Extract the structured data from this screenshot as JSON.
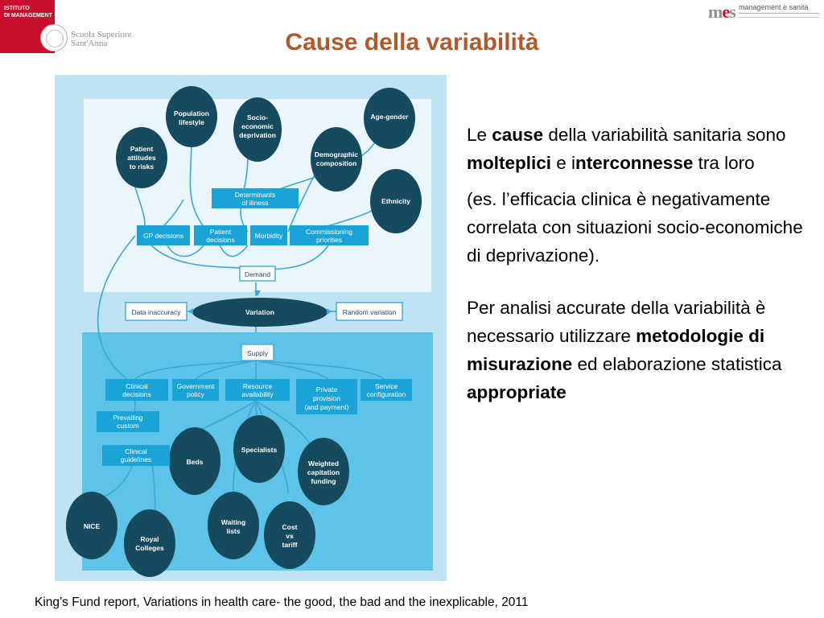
{
  "header": {
    "institute_logo_text": "ISTITUTO\nDI MANAGEMENT",
    "school_name_1": "Scuola Superiore",
    "school_name_2": "Sant'Anna",
    "partner_logo_text": "management e sanità"
  },
  "title": "Cause della variabilità",
  "diagram": {
    "colors": {
      "outer_bg": "#bfe3f2",
      "upper_bg": "#eaf6fc",
      "lower_bg": "#5ec3e8",
      "node": "#164a5e",
      "box": "#1aa3d6",
      "line": "#3aa8d8"
    },
    "nodes": {
      "population_lifestyle": [
        "Population",
        "lifestyle"
      ],
      "socio_economic": [
        "Socio-",
        "economic",
        "deprivation"
      ],
      "age_gender": [
        "Age-gender"
      ],
      "patient_attitudes": [
        "Patient",
        "attitudes",
        "to risks"
      ],
      "demographic": [
        "Demographic",
        "composition"
      ],
      "ethnicity": [
        "Ethnicity"
      ],
      "beds": [
        "Beds"
      ],
      "specialists": [
        "Specialists"
      ],
      "weighted_capitation": [
        "Weighted",
        "capitation",
        "funding"
      ],
      "nice": [
        "NICE"
      ],
      "royal_colleges": [
        "Royal",
        "Colleges"
      ],
      "waiting_lists": [
        "Waiting",
        "lists"
      ],
      "cost_vs_tariff": [
        "Cost",
        "vs",
        "tariff"
      ],
      "variation": [
        "Variation"
      ]
    },
    "boxes": {
      "determinants": [
        "Determinants",
        "of illness"
      ],
      "gp_decisions": [
        "GP decisions"
      ],
      "patient_decisions": [
        "Patient",
        "decisions"
      ],
      "morbidity": [
        "Morbidity"
      ],
      "commissioning": [
        "Commissioning",
        "priorities"
      ],
      "demand": [
        "Demand"
      ],
      "data_inaccuracy": [
        "Data inaccuracy"
      ],
      "random_variation": [
        "Random variation"
      ],
      "supply": [
        "Supply"
      ],
      "clinical_decisions": [
        "Clinical",
        "decisions"
      ],
      "government_policy": [
        "Government",
        "policy"
      ],
      "resource_availability": [
        "Resource",
        "availability"
      ],
      "private_provision": [
        "Private",
        "provision",
        "(and payment)"
      ],
      "service_configuration": [
        "Service",
        "configuration"
      ],
      "prevailing_custom": [
        "Prevailing",
        "custom"
      ],
      "clinical_guidelines": [
        "Clinical",
        "guidelines"
      ]
    }
  },
  "body": {
    "p1": [
      {
        "t": "Le ",
        "b": false
      },
      {
        "t": "cause",
        "b": true
      },
      {
        "t": " della variabilità sanitaria sono ",
        "b": false
      },
      {
        "t": "molteplici",
        "b": true
      },
      {
        "t": " e i",
        "b": false
      },
      {
        "t": "nterconnesse",
        "b": true
      },
      {
        "t": " tra loro",
        "b": false
      }
    ],
    "p2": [
      {
        "t": "(es. l’efficacia clinica è negativamente correlata con situazioni socio-economiche di deprivazione).",
        "b": false
      }
    ],
    "p3": [
      {
        "t": "Per analisi accurate della variabilità è necessario utilizzare ",
        "b": false
      },
      {
        "t": "metodologie di misurazione",
        "b": true
      },
      {
        "t": " ed elaborazione statistica ",
        "b": false
      },
      {
        "t": "appropriate",
        "b": true
      }
    ]
  },
  "caption": "King’s Fund report, Variations in health care- the good, the bad and the inexplicable, 2011"
}
